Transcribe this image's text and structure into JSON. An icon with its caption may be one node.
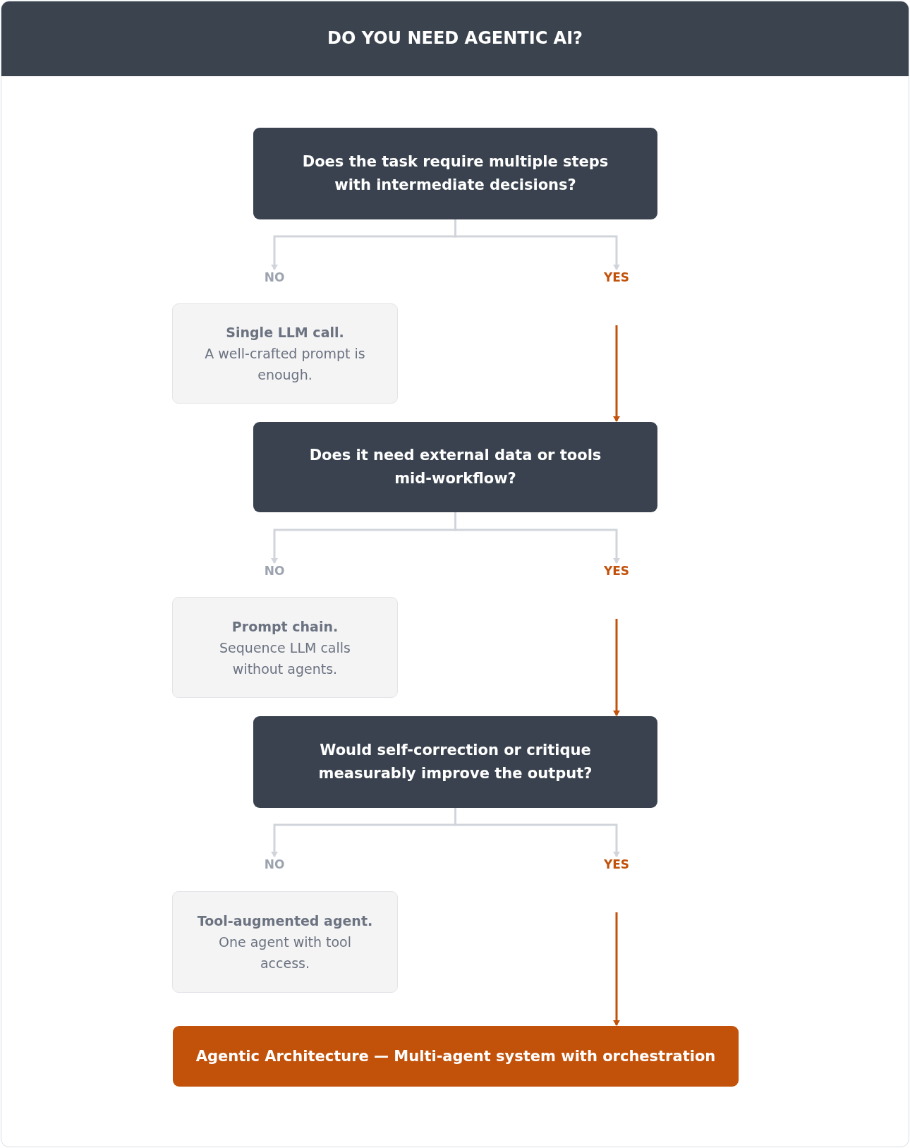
{
  "diagram": {
    "title": "DO YOU NEED AGENTIC AI?",
    "nodes": [
      {
        "text": [
          "Does the task require multiple steps with intermediate decisions?"
        ]
      },
      {
        "text": [
          "NO"
        ]
      },
      {
        "text": [
          "YES"
        ]
      },
      {
        "text": [
          "Single LLM call.",
          "A well-crafted prompt is enough."
        ]
      },
      {
        "text": [
          "Does it need external data or tools mid-workflow?"
        ]
      },
      {
        "text": [
          "NO"
        ]
      },
      {
        "text": [
          "YES"
        ]
      },
      {
        "text": [
          "Prompt chain.",
          "Sequence LLM calls without agents."
        ]
      },
      {
        "text": [
          "Would self-correction or critique measurably improve the output?"
        ]
      },
      {
        "text": [
          "NO"
        ]
      },
      {
        "text": [
          "YES"
        ]
      },
      {
        "text": [
          "Tool-augmented agent.",
          "One agent with tool access."
        ]
      },
      {
        "text": [
          "Agentic Architecture — Multi-agent system with orchestration"
        ]
      }
    ],
    "edges": [
      {
        "from": 0,
        "to": 1,
        "arrow": "to"
      },
      {
        "from": 0,
        "to": 2,
        "arrow": "to"
      },
      {
        "from": 2,
        "to": 4,
        "arrow": "to",
        "color": "#c2510a"
      },
      {
        "from": 4,
        "to": 5,
        "arrow": "to"
      },
      {
        "from": 4,
        "to": 6,
        "arrow": "to"
      },
      {
        "from": 6,
        "to": 8,
        "arrow": "to",
        "color": "#c2510a"
      },
      {
        "from": 8,
        "to": 9,
        "arrow": "to"
      },
      {
        "from": 8,
        "to": 10,
        "arrow": "to"
      },
      {
        "from": 10,
        "to": 12,
        "arrow": "to",
        "color": "#c2510a"
      }
    ]
  }
}
